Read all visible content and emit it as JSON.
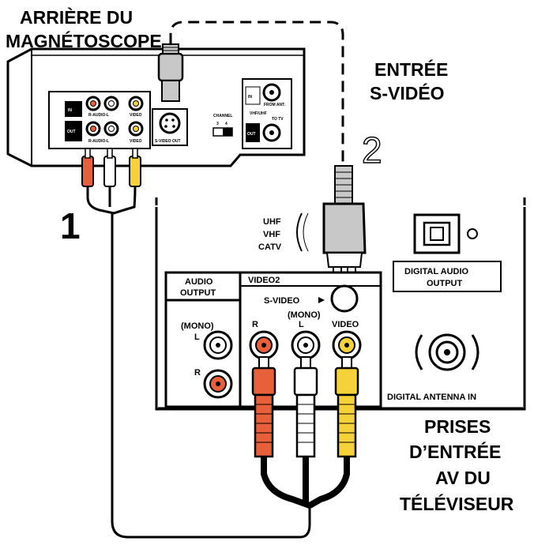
{
  "labels": {
    "vcr_rear": [
      "ARRIÈRE DU",
      "MAGNÉTOSCOPE"
    ],
    "svideo_in": [
      "ENTRÉE",
      "S-VIDÉO"
    ],
    "tv_av_inputs": [
      "PRISES",
      "D’ENTRÉE",
      "AV DU",
      "TÉLÉVISEUR"
    ],
    "step1": "1",
    "step2": "2"
  },
  "vcr_panel": {
    "in": "IN",
    "out": "OUT",
    "raudio": "R-AUDIO-L",
    "video": "VIDEO",
    "svideo_out": "S-VIDEO OUT",
    "channel": "CHANNEL",
    "ch3": "3",
    "ch4": "4",
    "vhf_uhf": "VHF/UHF",
    "from_ant": "FROM ANT.",
    "to_tv": "TO TV"
  },
  "tv_panel": {
    "uhf": "UHF",
    "vhf": "VHF",
    "catv": "CATV",
    "audio_output": [
      "AUDIO",
      "OUTPUT"
    ],
    "video2": "VIDEO2",
    "svideo": "S-VIDEO",
    "mono_left": "(MONO)",
    "mono_mid": "(MONO)",
    "l_left": "L",
    "r_left": "R",
    "r_mid": "R",
    "l_mid": "L",
    "video": "VIDEO",
    "digital_audio_output": [
      "DIGITAL AUDIO",
      "OUTPUT"
    ],
    "digital_antenna_in": "DIGITAL ANTENNA IN"
  },
  "colors": {
    "red": "#e8603a",
    "white": "#ffffff",
    "yellow": "#f5d23a",
    "gray": "#c8c8c8"
  }
}
